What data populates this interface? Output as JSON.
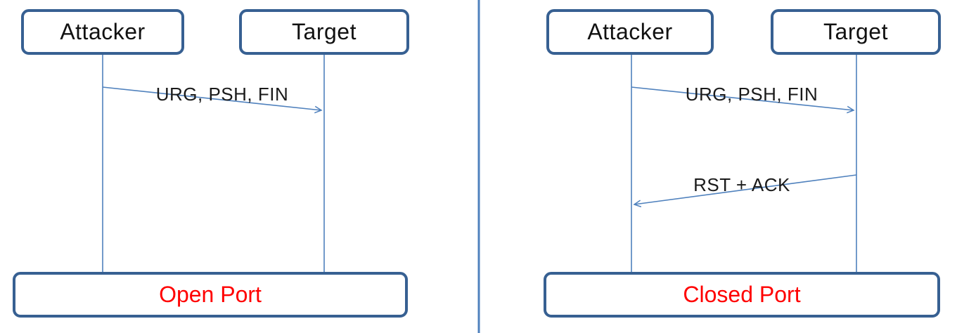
{
  "colors": {
    "box_border": "#376092",
    "line": "#4F81BD",
    "result_text": "#FF0000",
    "message_text": "#1a1a1a",
    "background": "#FFFFFF"
  },
  "panels": [
    {
      "actors": [
        {
          "label": "Attacker"
        },
        {
          "label": "Target"
        }
      ],
      "messages": [
        {
          "label": "URG, PSH, FIN",
          "from": "Attacker",
          "to": "Target"
        }
      ],
      "result": {
        "label": "Open Port"
      }
    },
    {
      "actors": [
        {
          "label": "Attacker"
        },
        {
          "label": "Target"
        }
      ],
      "messages": [
        {
          "label": "URG, PSH, FIN",
          "from": "Attacker",
          "to": "Target"
        },
        {
          "label": "RST + ACK",
          "from": "Target",
          "to": "Attacker"
        }
      ],
      "result": {
        "label": "Closed Port"
      }
    }
  ]
}
